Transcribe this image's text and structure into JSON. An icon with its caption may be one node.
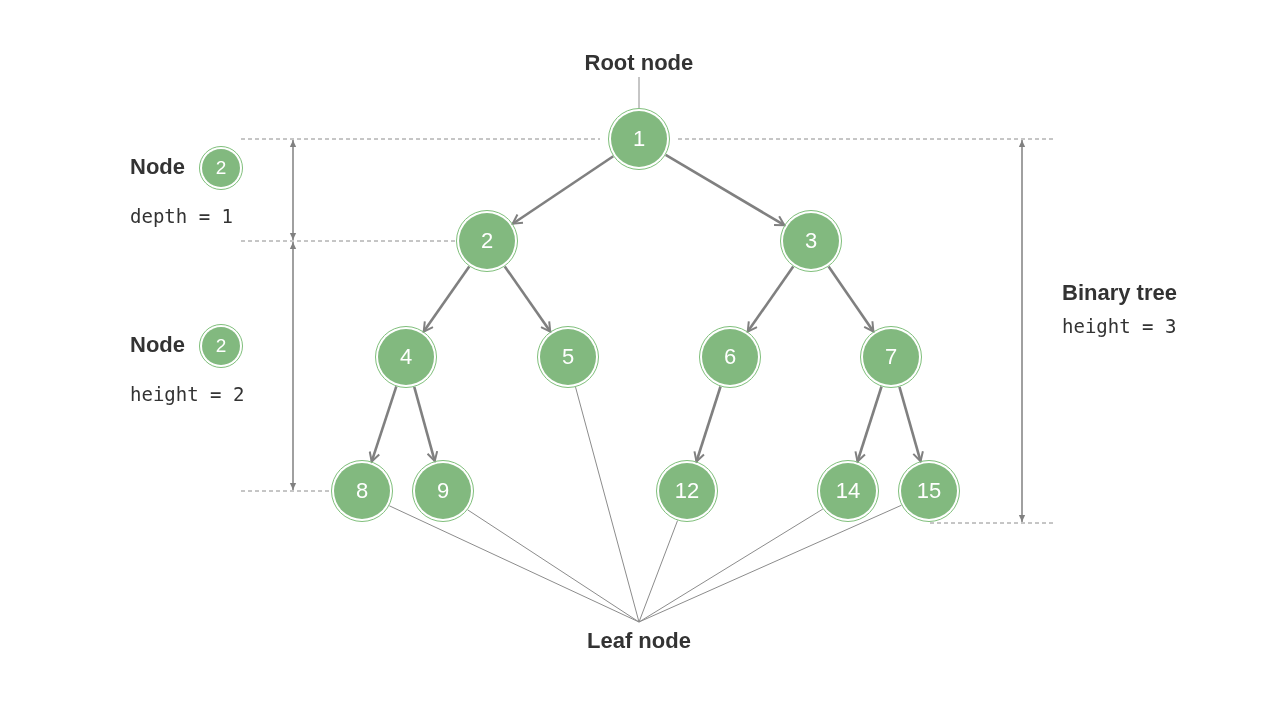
{
  "diagram": {
    "nodes": [
      {
        "text": [
          "Root node"
        ]
      },
      {
        "text": [
          "1"
        ]
      },
      {
        "text": [
          "2"
        ]
      },
      {
        "text": [
          "3"
        ]
      },
      {
        "text": [
          "4"
        ]
      },
      {
        "text": [
          "5"
        ]
      },
      {
        "text": [
          "6"
        ]
      },
      {
        "text": [
          "7"
        ]
      },
      {
        "text": [
          "8"
        ]
      },
      {
        "text": [
          "9"
        ]
      },
      {
        "text": [
          "12"
        ]
      },
      {
        "text": [
          "14"
        ]
      },
      {
        "text": [
          "15"
        ]
      },
      {
        "text": [
          "Leaf node"
        ]
      },
      {
        "text": [
          "2"
        ],
        "beside": [
          "Node"
        ]
      },
      {
        "text": [
          "2"
        ],
        "beside": [
          "Node"
        ]
      }
    ],
    "edges": [
      {
        "from": 0,
        "to": 1,
        "arrow": "none"
      },
      {
        "from": 1,
        "to": 2,
        "arrow": "to"
      },
      {
        "from": 1,
        "to": 3,
        "arrow": "to"
      },
      {
        "from": 2,
        "to": 4,
        "arrow": "to"
      },
      {
        "from": 2,
        "to": 5,
        "arrow": "to"
      },
      {
        "from": 3,
        "to": 6,
        "arrow": "to"
      },
      {
        "from": 3,
        "to": 7,
        "arrow": "to"
      },
      {
        "from": 4,
        "to": 8,
        "arrow": "to"
      },
      {
        "from": 4,
        "to": 9,
        "arrow": "to"
      },
      {
        "from": 6,
        "to": 10,
        "arrow": "to"
      },
      {
        "from": 7,
        "to": 11,
        "arrow": "to"
      },
      {
        "from": 7,
        "to": 12,
        "arrow": "to"
      },
      {
        "from": 13,
        "to": 8,
        "arrow": "none"
      },
      {
        "from": 13,
        "to": 9,
        "arrow": "none"
      },
      {
        "from": 13,
        "to": 5,
        "arrow": "none"
      },
      {
        "from": 13,
        "to": 10,
        "arrow": "none"
      },
      {
        "from": 13,
        "to": 11,
        "arrow": "none"
      },
      {
        "from": 13,
        "to": 12,
        "arrow": "none"
      }
    ],
    "labels": [
      "depth = 1",
      "Binary tree",
      "height = 3",
      "height = 2"
    ]
  }
}
